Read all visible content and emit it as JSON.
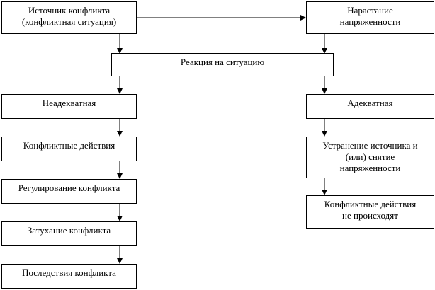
{
  "nodes": {
    "source": {
      "lines": [
        "Источник конфликта",
        "(конфликтная ситуация)"
      ]
    },
    "tension": {
      "lines": [
        "Нарастание",
        "напряженности"
      ]
    },
    "reaction": {
      "lines": [
        "Реакция на ситуацию"
      ]
    },
    "inadequate": {
      "lines": [
        "Неадекватная"
      ]
    },
    "adequate": {
      "lines": [
        "Адекватная"
      ]
    },
    "conflict_actions": {
      "lines": [
        "Конфликтные действия"
      ]
    },
    "elimination": {
      "lines": [
        "Устранение источника и",
        "(или) снятие",
        "напряженности"
      ]
    },
    "regulation": {
      "lines": [
        "Регулирование конфликта"
      ]
    },
    "no_actions": {
      "lines": [
        "Конфликтные действия",
        "не происходят"
      ]
    },
    "fading": {
      "lines": [
        "Затухание конфликта"
      ]
    },
    "consequences": {
      "lines": [
        "Последствия конфликта"
      ]
    }
  },
  "colors": {
    "stroke": "#000000",
    "fill": "#ffffff",
    "text": "#000000"
  }
}
